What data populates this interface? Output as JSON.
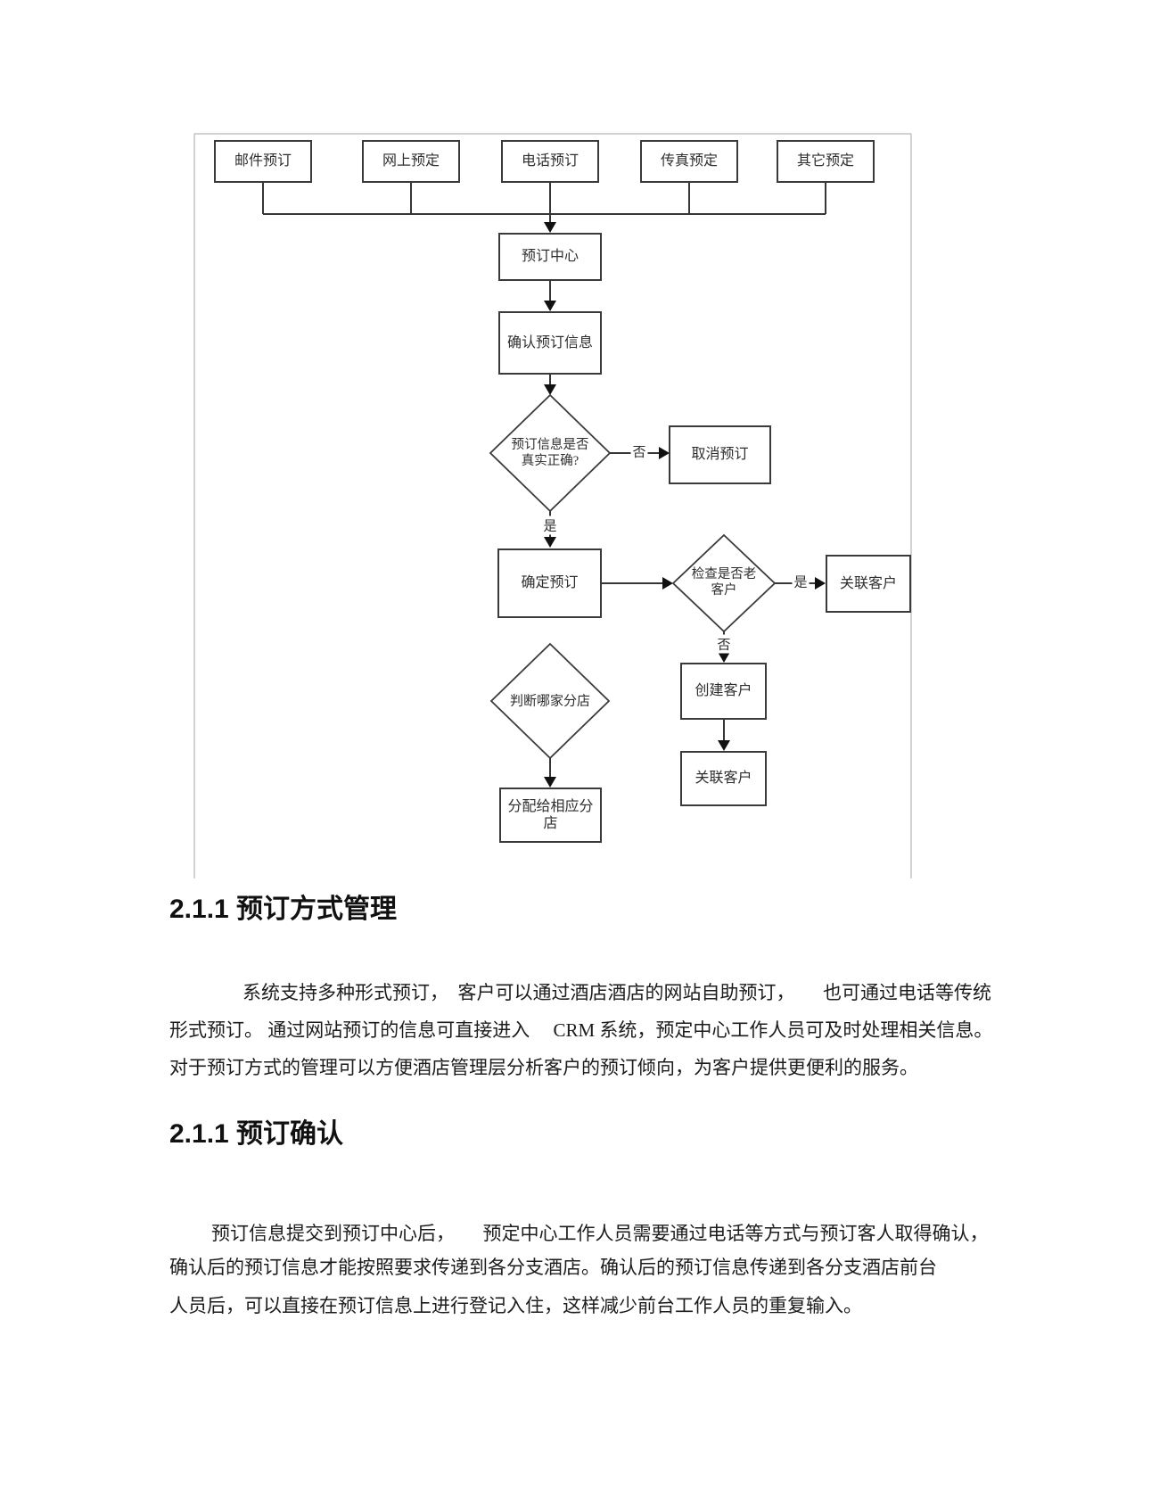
{
  "document": {
    "sections": [
      {
        "heading": "2.1.1 预订方式管理",
        "lines": [
          "系统支持多种形式预订，　客户可以通过酒店酒店的网站自助预订，　　也可通过电话等传统",
          "形式预订。 通过网站预订的信息可直接进入　 CRM 系统，预定中心工作人员可及时处理相关信息。",
          "对于预订方式的管理可以方便酒店管理层分析客户的预订倾向，为客户提供更便利的服务。"
        ]
      },
      {
        "heading": "2.1.1 预订确认",
        "lines": [
          "预订信息提交到预订中心后，　　预定中心工作人员需要通过电话等方式与预订客人取得确认，",
          "确认后的预订信息才能按照要求传递到各分支酒店。确认后的预订信息传递到各分支酒店前台",
          "人员后，可以直接在预订信息上进行登记入住，这样减少前台工作人员的重复输入。"
        ]
      }
    ]
  },
  "flowchart": {
    "sources": [
      {
        "label": "邮件预订"
      },
      {
        "label": "网上预定"
      },
      {
        "label": "电话预订"
      },
      {
        "label": "传真预定"
      },
      {
        "label": "其它预定"
      }
    ],
    "nodes": {
      "booking_center": "预订中心",
      "confirm_info": "确认预订信息",
      "decision_info_correct": "预订信息是否\n真实正确?",
      "cancel_booking": "取消预订",
      "confirm_booking": "确定预订",
      "decision_returning": "检查是否老\n客户",
      "link_customer": "关联客户",
      "create_customer": "创建客户",
      "link_customer_2": "关联客户",
      "decision_branch": "判断哪家分店",
      "assign_branch": "分配给相应分\n店"
    },
    "edge_labels": {
      "no_1": "否",
      "yes_1": "是",
      "yes_2": "是",
      "no_2": "否"
    }
  }
}
